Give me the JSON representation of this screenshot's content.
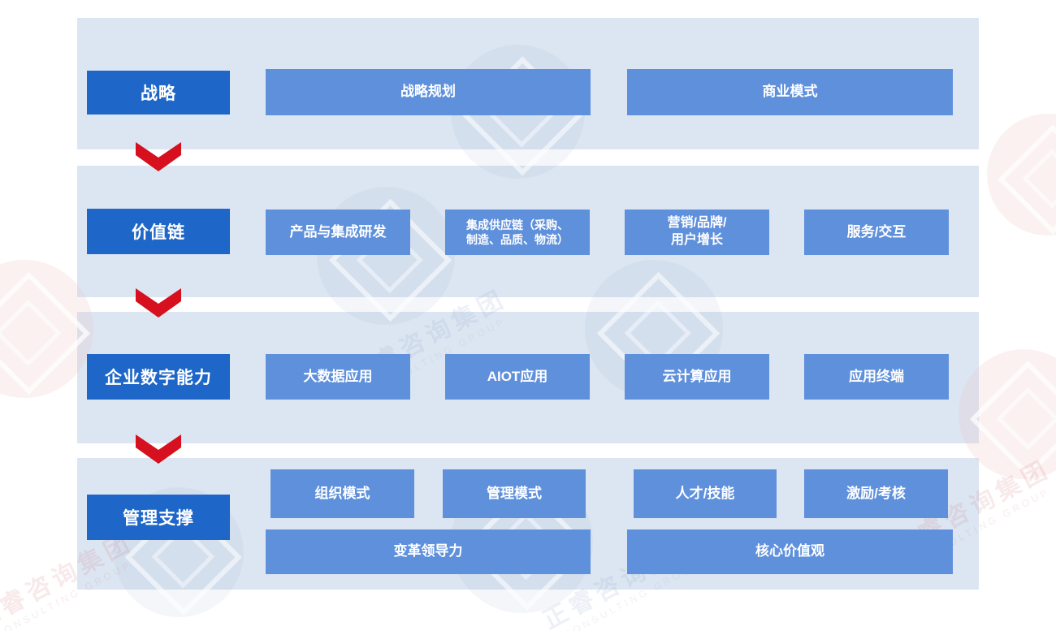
{
  "colors": {
    "band": "#dce6f2",
    "label_box": "#1e66c7",
    "content_box": "#5f90db",
    "arrow_red": "#d6101e",
    "text_white": "#ffffff"
  },
  "watermark": {
    "cn": "正睿咨询集团",
    "en": "CONSULTING GROUP"
  },
  "rows": [
    {
      "label": "战略",
      "boxes": [
        {
          "text": "战略规划"
        },
        {
          "text": "商业模式"
        }
      ]
    },
    {
      "label": "价值链",
      "boxes": [
        {
          "text": "产品与集成研发"
        },
        {
          "text": "集成供应链（采购、\n制造、品质、物流）"
        },
        {
          "text": "营销/品牌/\n用户增长"
        },
        {
          "text": "服务/交互"
        }
      ]
    },
    {
      "label": "企业数字能力",
      "boxes": [
        {
          "text": "大数据应用"
        },
        {
          "text": "AIOT应用"
        },
        {
          "text": "云计算应用"
        },
        {
          "text": "应用终端"
        }
      ]
    },
    {
      "label": "管理支撑",
      "boxes": [
        {
          "text": "组织模式"
        },
        {
          "text": "管理模式"
        },
        {
          "text": "人才/技能"
        },
        {
          "text": "激励/考核"
        },
        {
          "text": "变革领导力"
        },
        {
          "text": "核心价值观"
        }
      ]
    }
  ]
}
